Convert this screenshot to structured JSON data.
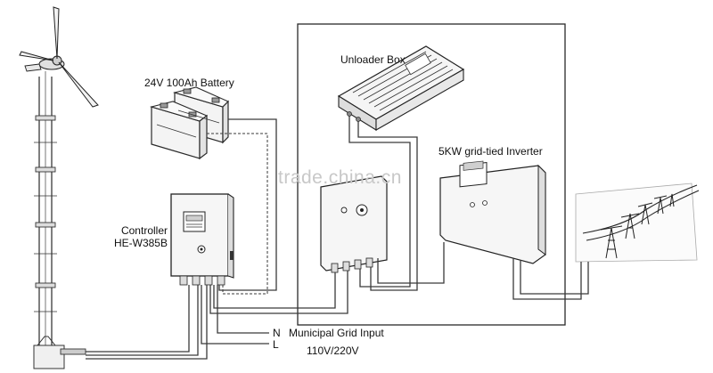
{
  "labels": {
    "battery": "24V  100Ah Battery",
    "unloader": "Unloader Box",
    "inverter": "5KW grid-tied Inverter",
    "controller_line1": "Controller",
    "controller_line2": "HE-W385B",
    "grid_title": "Municipal Grid Input",
    "grid_n": "N",
    "grid_l": "L",
    "grid_voltage": "110V/220V"
  },
  "watermark": "trade.china.cn"
}
